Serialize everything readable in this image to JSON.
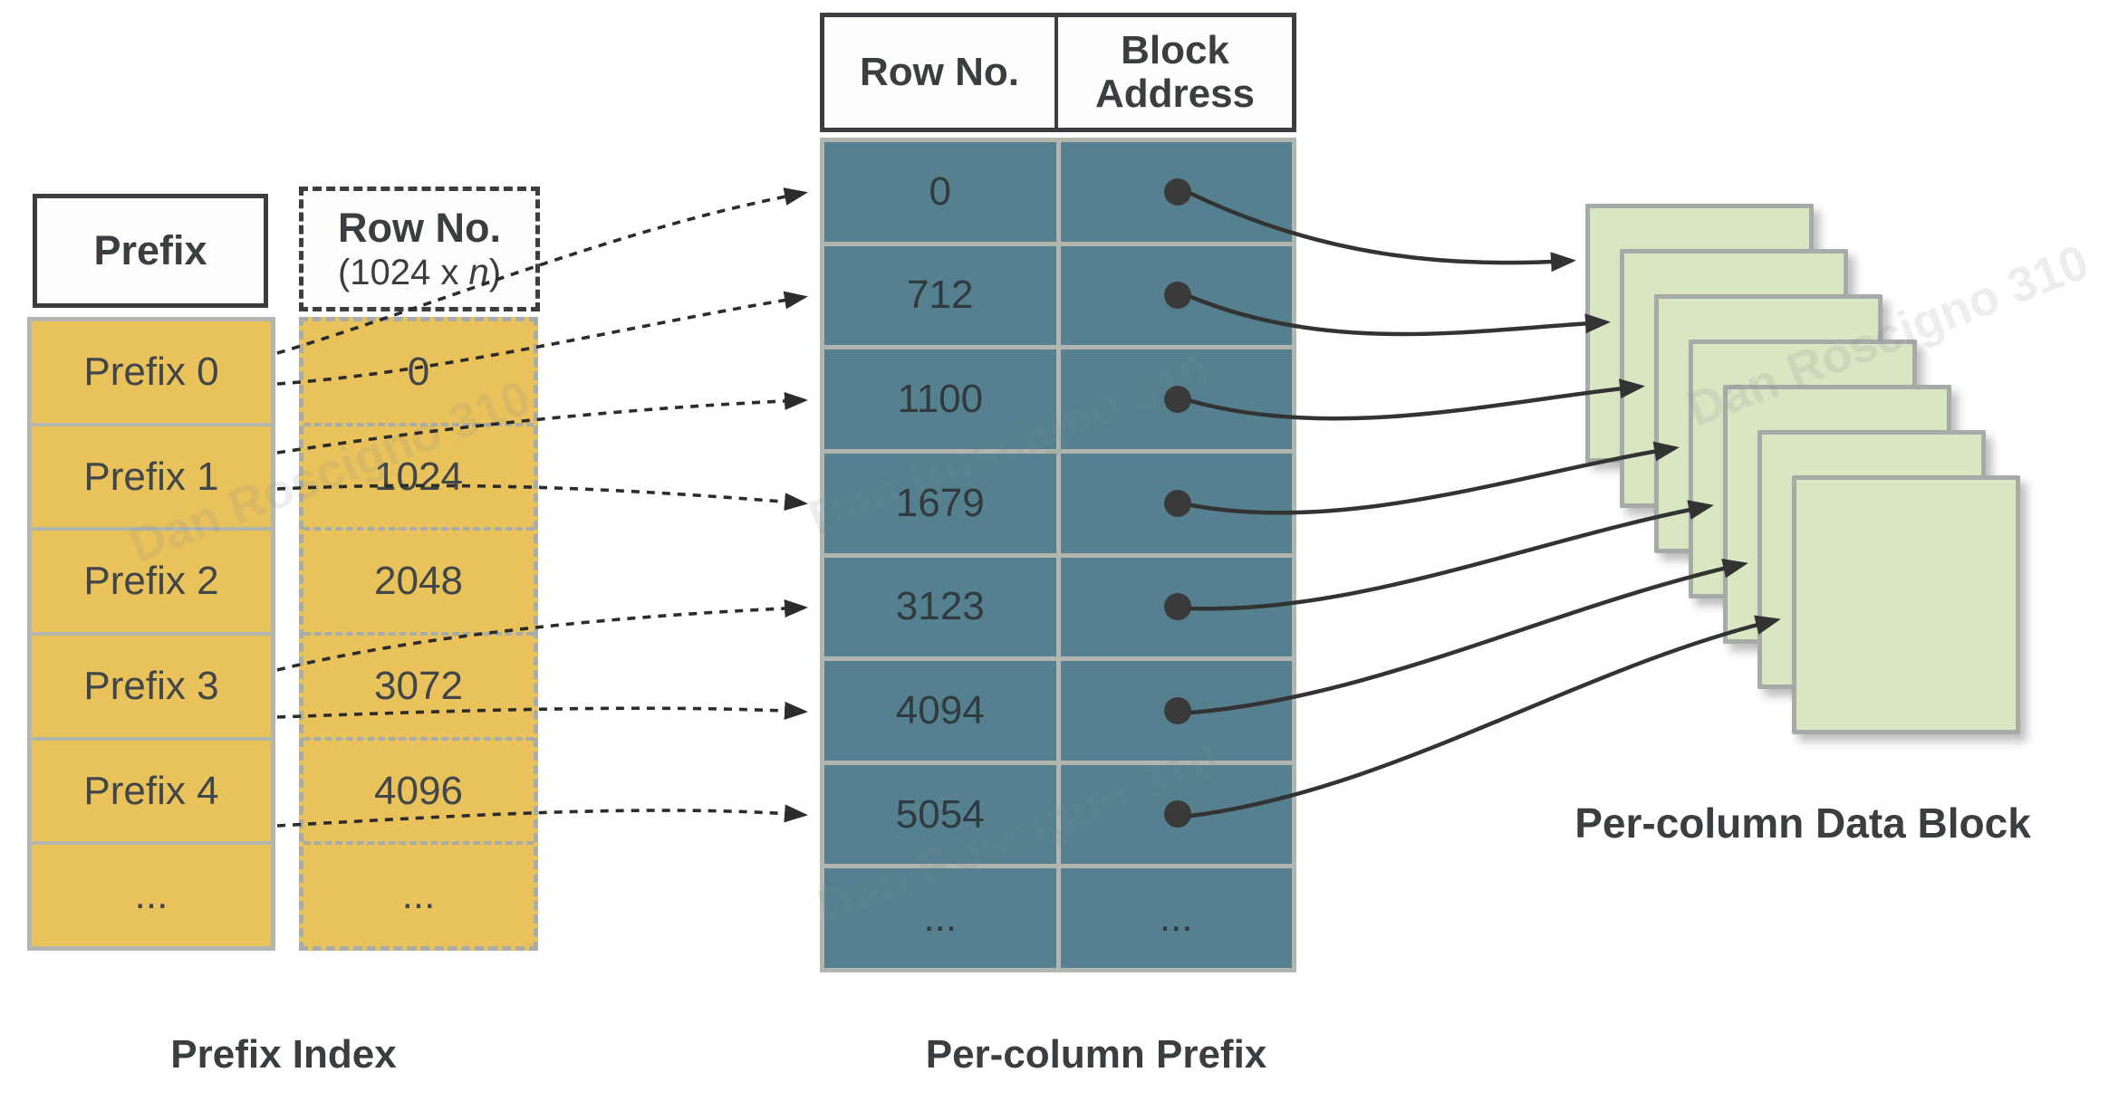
{
  "prefix_index": {
    "header": "Prefix",
    "rows": [
      "Prefix 0",
      "Prefix 1",
      "Prefix 2",
      "Prefix 3",
      "Prefix 4",
      "..."
    ],
    "caption": "Prefix Index"
  },
  "row_no_column": {
    "header_title": "Row No.",
    "sub_open": "(1024 x ",
    "sub_n": "n",
    "sub_close": ")",
    "rows": [
      "0",
      "1024",
      "2048",
      "3072",
      "4096",
      "..."
    ]
  },
  "per_column_prefix": {
    "headers": [
      "Row No.",
      "Block Address"
    ],
    "rows": [
      "0",
      "712",
      "1100",
      "1679",
      "3123",
      "4094",
      "5054",
      "..."
    ],
    "caption": "Per-column Prefix"
  },
  "data_block": {
    "caption": "Per-column Data Block",
    "block_count": 7
  },
  "watermark": {
    "text": "Dan Roscigno 310"
  },
  "colors": {
    "prefix_fill": "#e9c25c",
    "prefix_border_gray": "#b2b6ae",
    "teal_fill": "#54808f",
    "green_fill": "#d9e6c2",
    "dark_border": "#3a3e40",
    "arrow": "#2f2f2f"
  }
}
